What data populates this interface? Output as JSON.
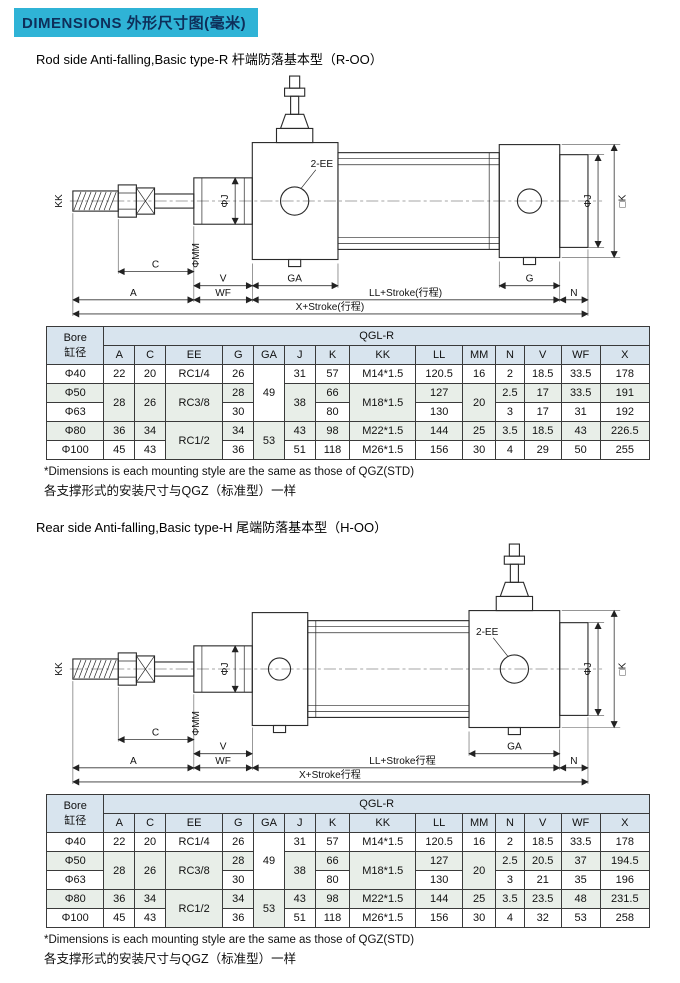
{
  "header": {
    "title": "DIMENSIONS 外形尺寸图(毫米)"
  },
  "section1": {
    "title": "Rod side Anti-falling,Basic type-R 杆端防落基本型（R-OO）"
  },
  "section2": {
    "title": "Rear side Anti-falling,Basic type-H 尾端防落基本型（H-OO）"
  },
  "note": {
    "en": "*Dimensions is each mounting style are the same as those of QGZ(STD)",
    "cn": "各支撑形式的安装尺寸与QGZ（标准型）一样"
  },
  "d1": {
    "kk": "KK",
    "mm": "ΦMM",
    "j": "ΦJ",
    "ee": "2-EE",
    "j2": "ΦJ",
    "k": "□K",
    "c": "C",
    "v": "V",
    "ga": "GA",
    "g": "G",
    "a": "A",
    "wf": "WF",
    "ll": "LL+Stroke(行程)",
    "n": "N",
    "x": "X+Stroke(行程)"
  },
  "d2": {
    "kk": "KK",
    "mm": "ΦMM",
    "j": "ΦJ",
    "ee": "2-EE",
    "j2": "ΦJ",
    "k": "□K",
    "c": "C",
    "v": "V",
    "ga": "GA",
    "a": "A",
    "wf": "WF",
    "ll": "LL+Stroke行程",
    "n": "N",
    "x": "X+Stroke行程"
  },
  "t1": {
    "group": "QGL-R",
    "bore_en": "Bore",
    "bore_cn": "缸径",
    "cols": [
      "A",
      "C",
      "EE",
      "G",
      "GA",
      "J",
      "K",
      "KK",
      "LL",
      "MM",
      "N",
      "V",
      "WF",
      "X"
    ],
    "r0": [
      "Φ40",
      "22",
      "20",
      "RC1/4",
      "26",
      "49",
      "31",
      "57",
      "M14*1.5",
      "120.5",
      "16",
      "2",
      "18.5",
      "33.5",
      "178"
    ],
    "r1": [
      "Φ50",
      "28",
      "26",
      "RC3/8",
      "28",
      "38",
      "66",
      "M18*1.5",
      "127",
      "20",
      "2.5",
      "17",
      "33.5",
      "191"
    ],
    "r2": [
      "Φ63",
      "30",
      "80",
      "130",
      "3",
      "17",
      "31",
      "192"
    ],
    "r3": [
      "Φ80",
      "36",
      "34",
      "RC1/2",
      "34",
      "53",
      "43",
      "98",
      "M22*1.5",
      "144",
      "25",
      "3.5",
      "18.5",
      "43",
      "226.5"
    ],
    "r4": [
      "Φ100",
      "45",
      "43",
      "36",
      "51",
      "118",
      "M26*1.5",
      "156",
      "30",
      "4",
      "29",
      "50",
      "255"
    ]
  },
  "t2": {
    "group": "QGL-R",
    "bore_en": "Bore",
    "bore_cn": "缸径",
    "cols": [
      "A",
      "C",
      "EE",
      "G",
      "GA",
      "J",
      "K",
      "KK",
      "LL",
      "MM",
      "N",
      "V",
      "WF",
      "X"
    ],
    "r0": [
      "Φ40",
      "22",
      "20",
      "RC1/4",
      "26",
      "49",
      "31",
      "57",
      "M14*1.5",
      "120.5",
      "16",
      "2",
      "18.5",
      "33.5",
      "178"
    ],
    "r1": [
      "Φ50",
      "28",
      "26",
      "RC3/8",
      "28",
      "38",
      "66",
      "M18*1.5",
      "127",
      "20",
      "2.5",
      "20.5",
      "37",
      "194.5"
    ],
    "r2": [
      "Φ63",
      "30",
      "80",
      "130",
      "3",
      "21",
      "35",
      "196"
    ],
    "r3": [
      "Φ80",
      "36",
      "34",
      "RC1/2",
      "34",
      "53",
      "43",
      "98",
      "M22*1.5",
      "144",
      "25",
      "3.5",
      "23.5",
      "48",
      "231.5"
    ],
    "r4": [
      "Φ100",
      "45",
      "43",
      "36",
      "51",
      "118",
      "M26*1.5",
      "156",
      "30",
      "4",
      "32",
      "53",
      "258"
    ]
  }
}
